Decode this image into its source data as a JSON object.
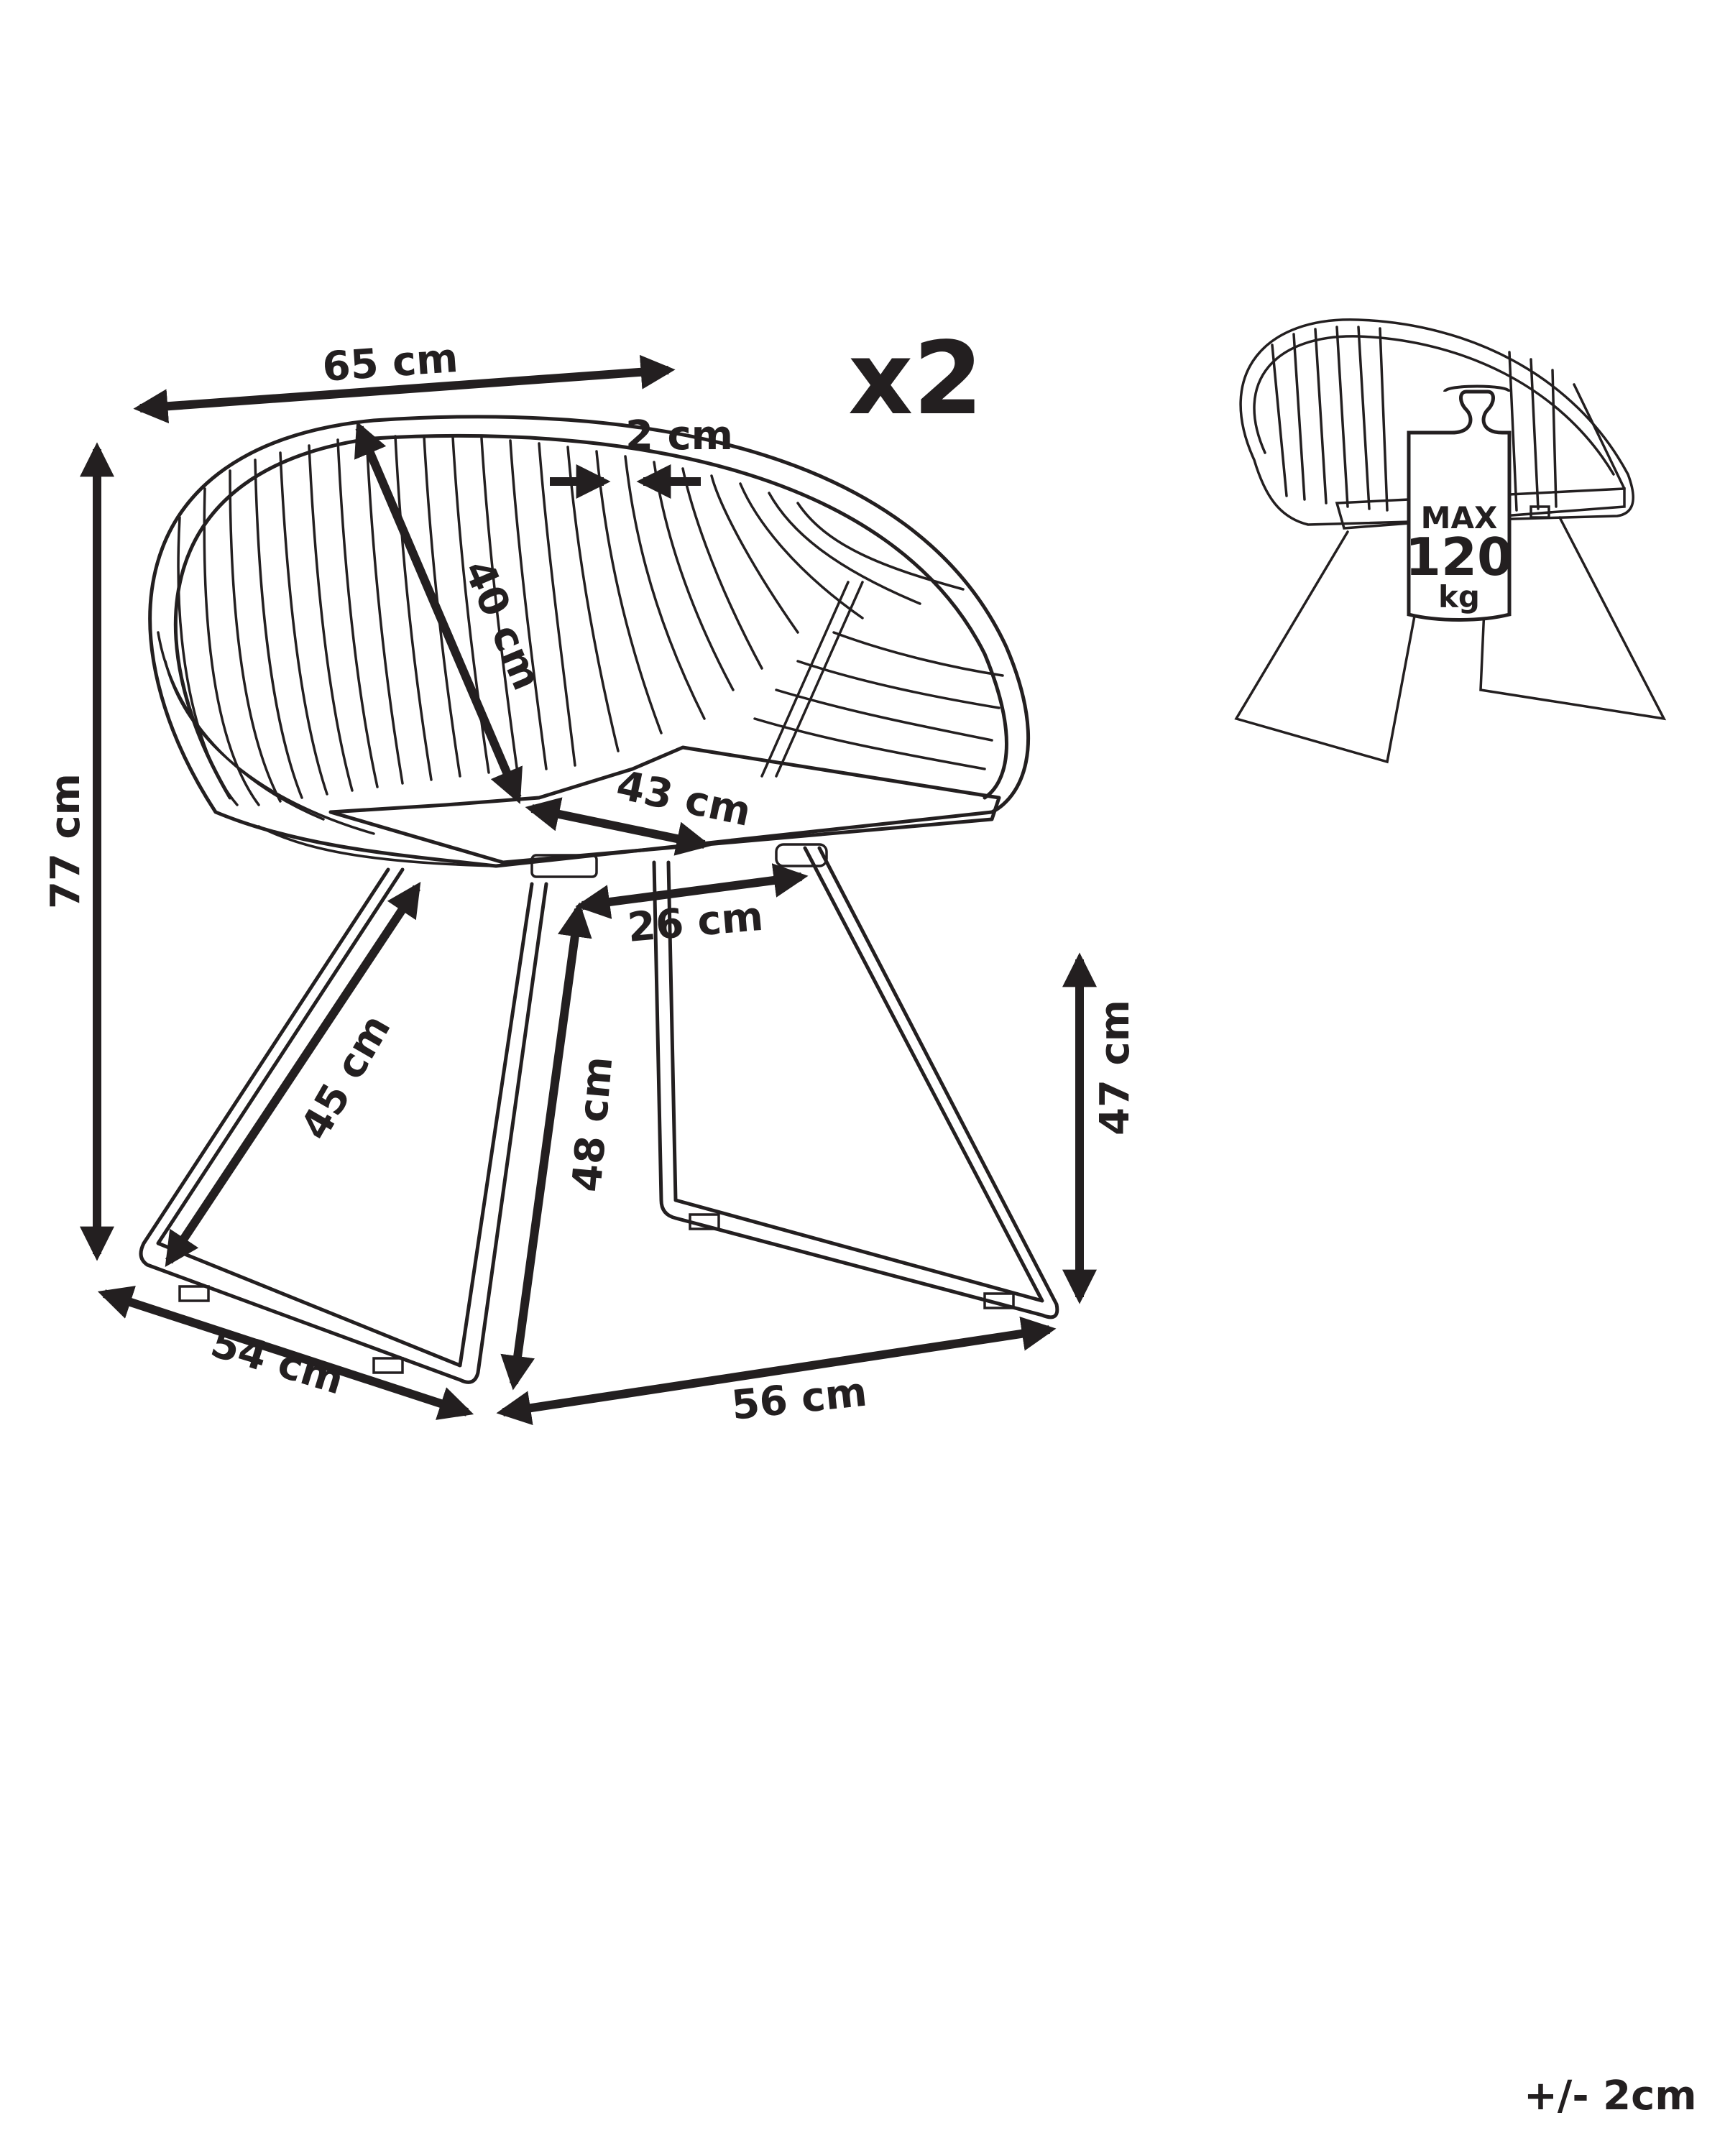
{
  "product": {
    "quantity_label": "x2",
    "tolerance_label": "+/- 2cm"
  },
  "dimensions": {
    "width_top": "65 cm",
    "wire_gap": "2 cm",
    "backrest_height": "40 cm",
    "seat_depth": "43 cm",
    "leg_spacing": "26 cm",
    "total_height": "77 cm",
    "leg_length_front": "45 cm",
    "leg_length_side": "48 cm",
    "seat_height": "47 cm",
    "base_depth": "54 cm",
    "base_width": "56 cm"
  },
  "load_badge": {
    "line1": "MAX",
    "line2": "120",
    "line3": "kg"
  },
  "colors": {
    "ink": "#231f20",
    "background": "#ffffff"
  }
}
